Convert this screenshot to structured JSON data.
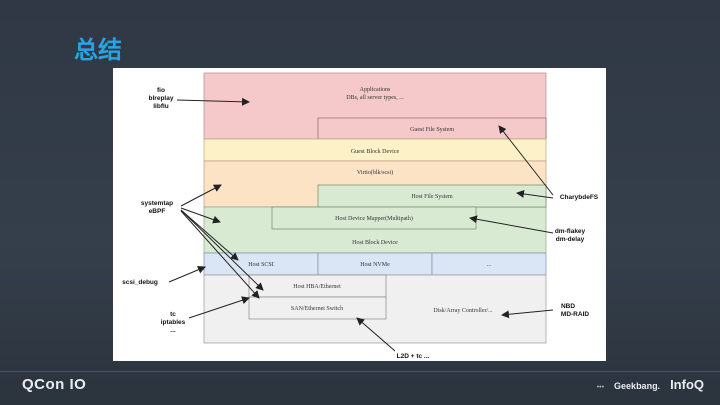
{
  "title": "总结",
  "diagram": {
    "layers": {
      "applications": "Applications",
      "applications_sub": "DBs, all server types, ...",
      "guest_fs": "Guest File System",
      "guest_block": "Guest Block Device",
      "virtio": "Virtio(blk/scsi)",
      "host_fs": "Host File System",
      "dm_mapper": "Host Device Mapper(Multipath)",
      "host_block": "Host Block Device",
      "host_scsi": "Host SCSI",
      "host_nvme": "Host NVMe",
      "host_more": "...",
      "hba": "Host HBA/Ethernet",
      "san_switch": "SAN/Ethernet Switch",
      "disk_array": "Disk/Array Controller/..."
    },
    "labels": {
      "fio_1": "fio",
      "fio_2": "blreplay",
      "fio_3": "libflu",
      "systemtap_1": "systemtap",
      "systemtap_2": "eBPF",
      "scsi_debug": "scsi_debug",
      "tc_1": "tc",
      "tc_2": "iptables",
      "tc_3": "...",
      "charybde": "CharybdeFS",
      "dm_flakey_1": "dm-flakey",
      "dm_flakey_2": "dm-delay",
      "nbd_1": "NBD",
      "nbd_2": "MD-RAID",
      "l2d": "L2D + tc ..."
    },
    "colors": {
      "apps": "#f5c9c9",
      "guest_block": "#fdf1c7",
      "virtio": "#fde3c6",
      "host_green": "#d9ead3",
      "host_blue": "#dae6f6",
      "hardware": "#f0f0f0"
    }
  },
  "footer": {
    "brand": "QCon IO",
    "dots": "•••",
    "sponsor_1": "Geekbang.",
    "sponsor_2": "InfoQ"
  }
}
